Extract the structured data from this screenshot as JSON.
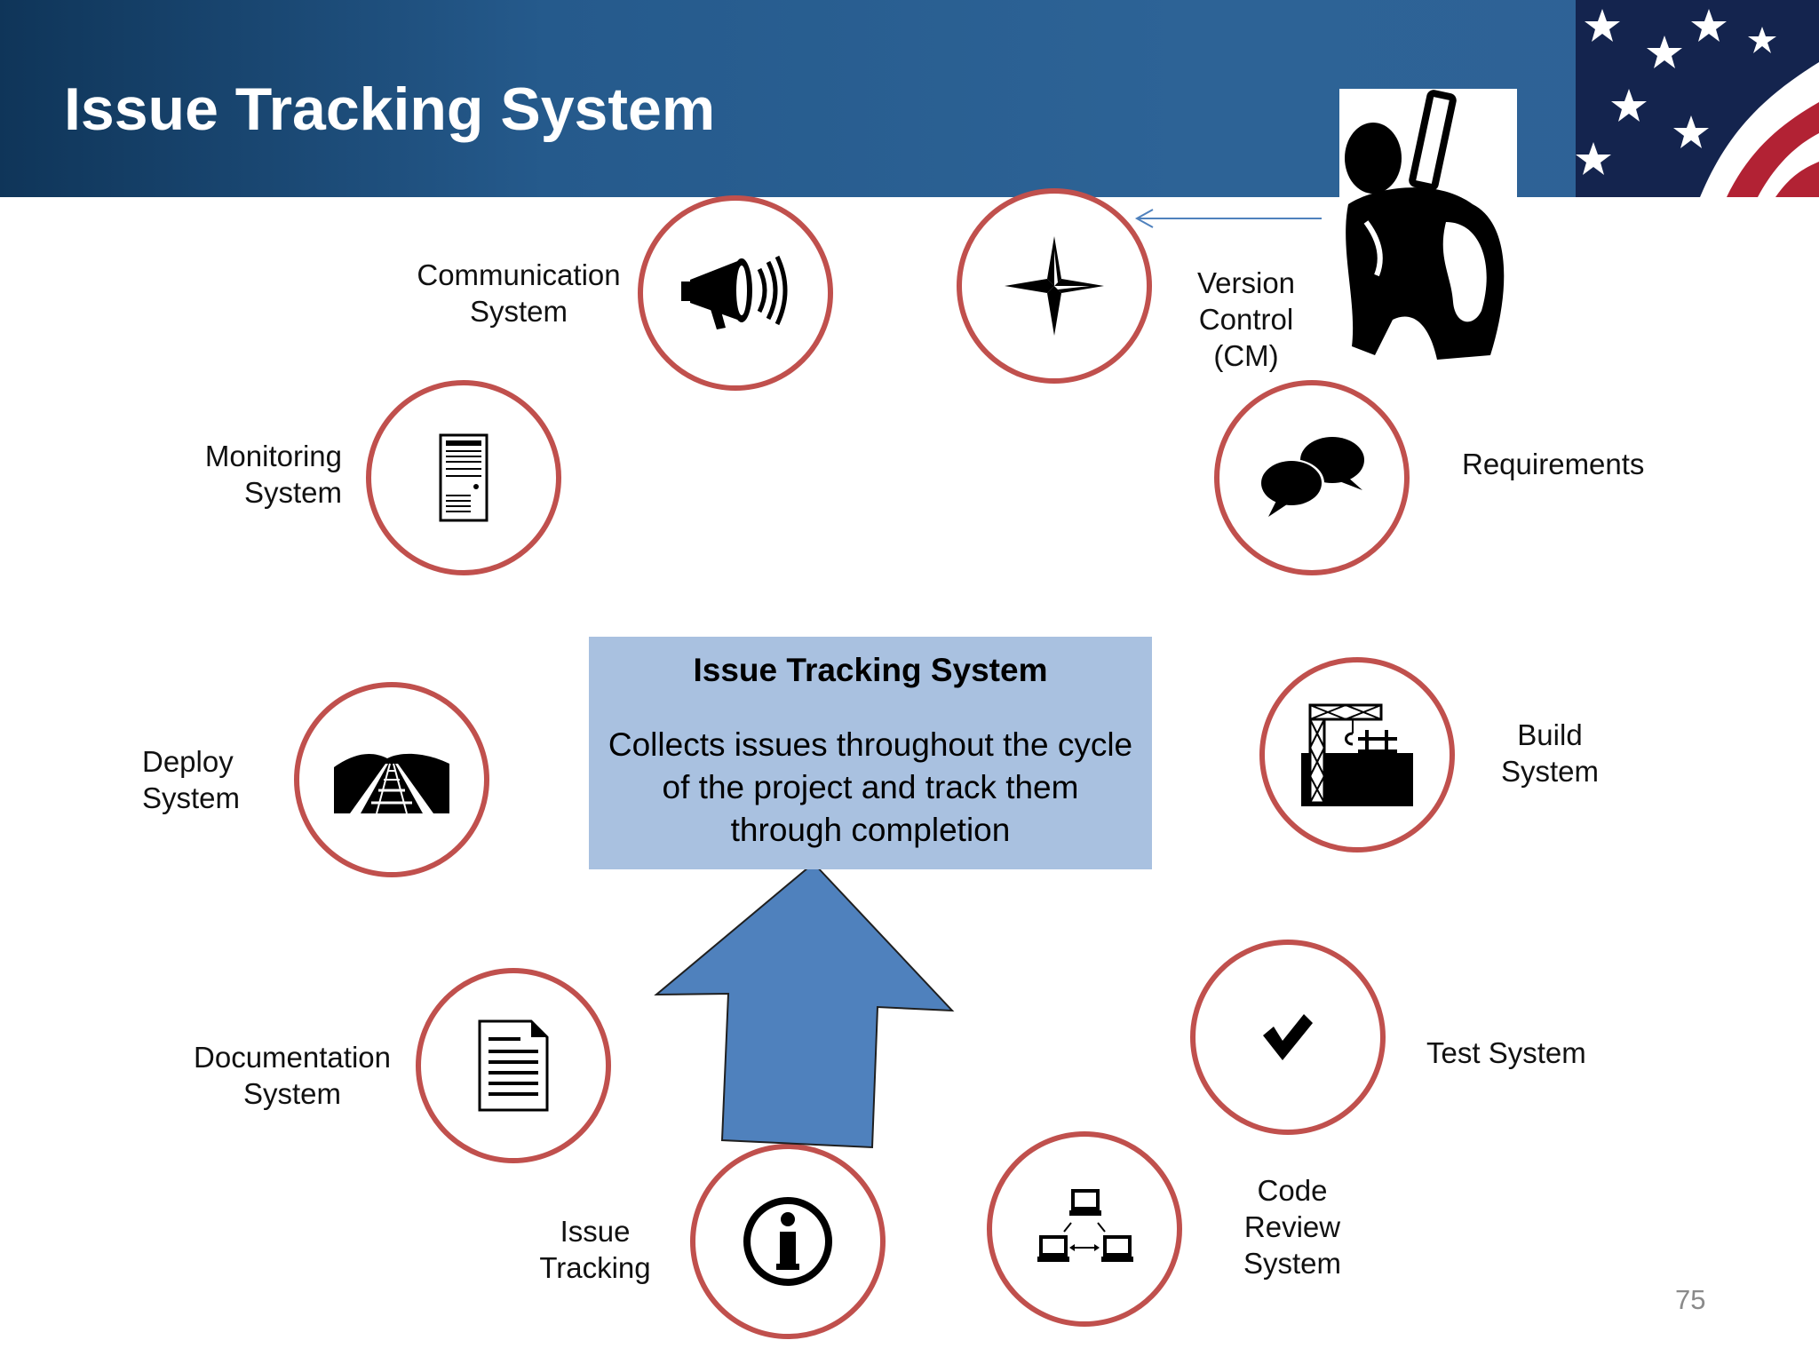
{
  "header": {
    "title": "Issue Tracking System"
  },
  "center_box": {
    "title": "Issue Tracking System",
    "body": "Collects issues throughout the cycle of the project and track them through completion"
  },
  "nodes": {
    "communication": {
      "line1": "Communication",
      "line2": "System",
      "icon": "megaphone-icon"
    },
    "version_control": {
      "line1": "Version",
      "line2": "Control",
      "line3": "(CM)",
      "icon": "compass-star-icon"
    },
    "monitoring": {
      "line1": "Monitoring",
      "line2": "System",
      "icon": "server-tower-icon"
    },
    "requirements": {
      "line1": "Requirements",
      "icon": "speech-bubbles-icon"
    },
    "deploy": {
      "line1": "Deploy",
      "line2": "System",
      "icon": "railroad-track-icon"
    },
    "build": {
      "line1": "Build",
      "line2": "System",
      "icon": "construction-crane-icon"
    },
    "documentation": {
      "line1": "Documentation",
      "line2": "System",
      "icon": "document-icon"
    },
    "test": {
      "line1": "Test System",
      "icon": "checkmark-icon"
    },
    "issue_tracking": {
      "line1": "Issue",
      "line2": "Tracking",
      "icon": "info-icon"
    },
    "code_review": {
      "line1": "Code",
      "line2": "Review",
      "line3": "System",
      "icon": "network-computers-icon"
    }
  },
  "page_number": "75",
  "colors": {
    "header": "#2d6396",
    "ring": "#c0504d",
    "center_box": "#a9c1e0",
    "arrow": "#4f81bd"
  }
}
